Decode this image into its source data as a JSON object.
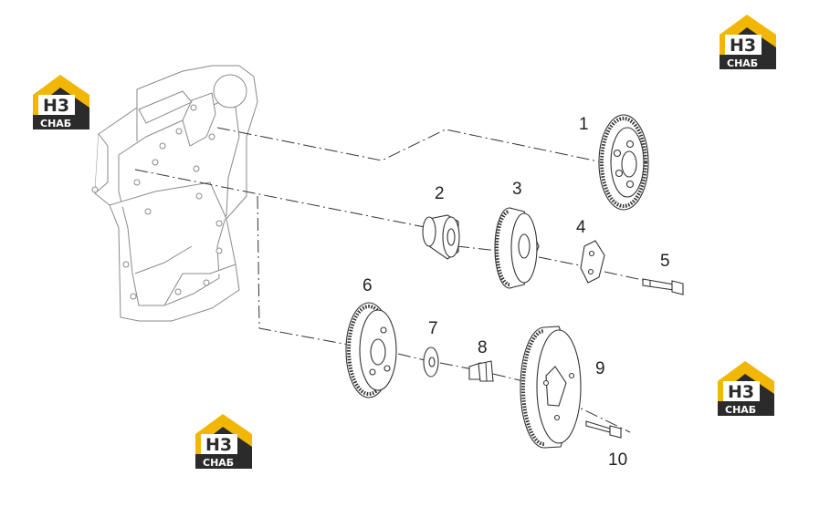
{
  "logo": {
    "mark_text": "H3",
    "caption_text": "СНАБ",
    "color_yellow": "#f2b705",
    "color_dark": "#2b2b2b"
  },
  "parts": [
    {
      "number": "1"
    },
    {
      "number": "2"
    },
    {
      "number": "3"
    },
    {
      "number": "4"
    },
    {
      "number": "5"
    },
    {
      "number": "6"
    },
    {
      "number": "7"
    },
    {
      "number": "8"
    },
    {
      "number": "9"
    },
    {
      "number": "10"
    }
  ]
}
